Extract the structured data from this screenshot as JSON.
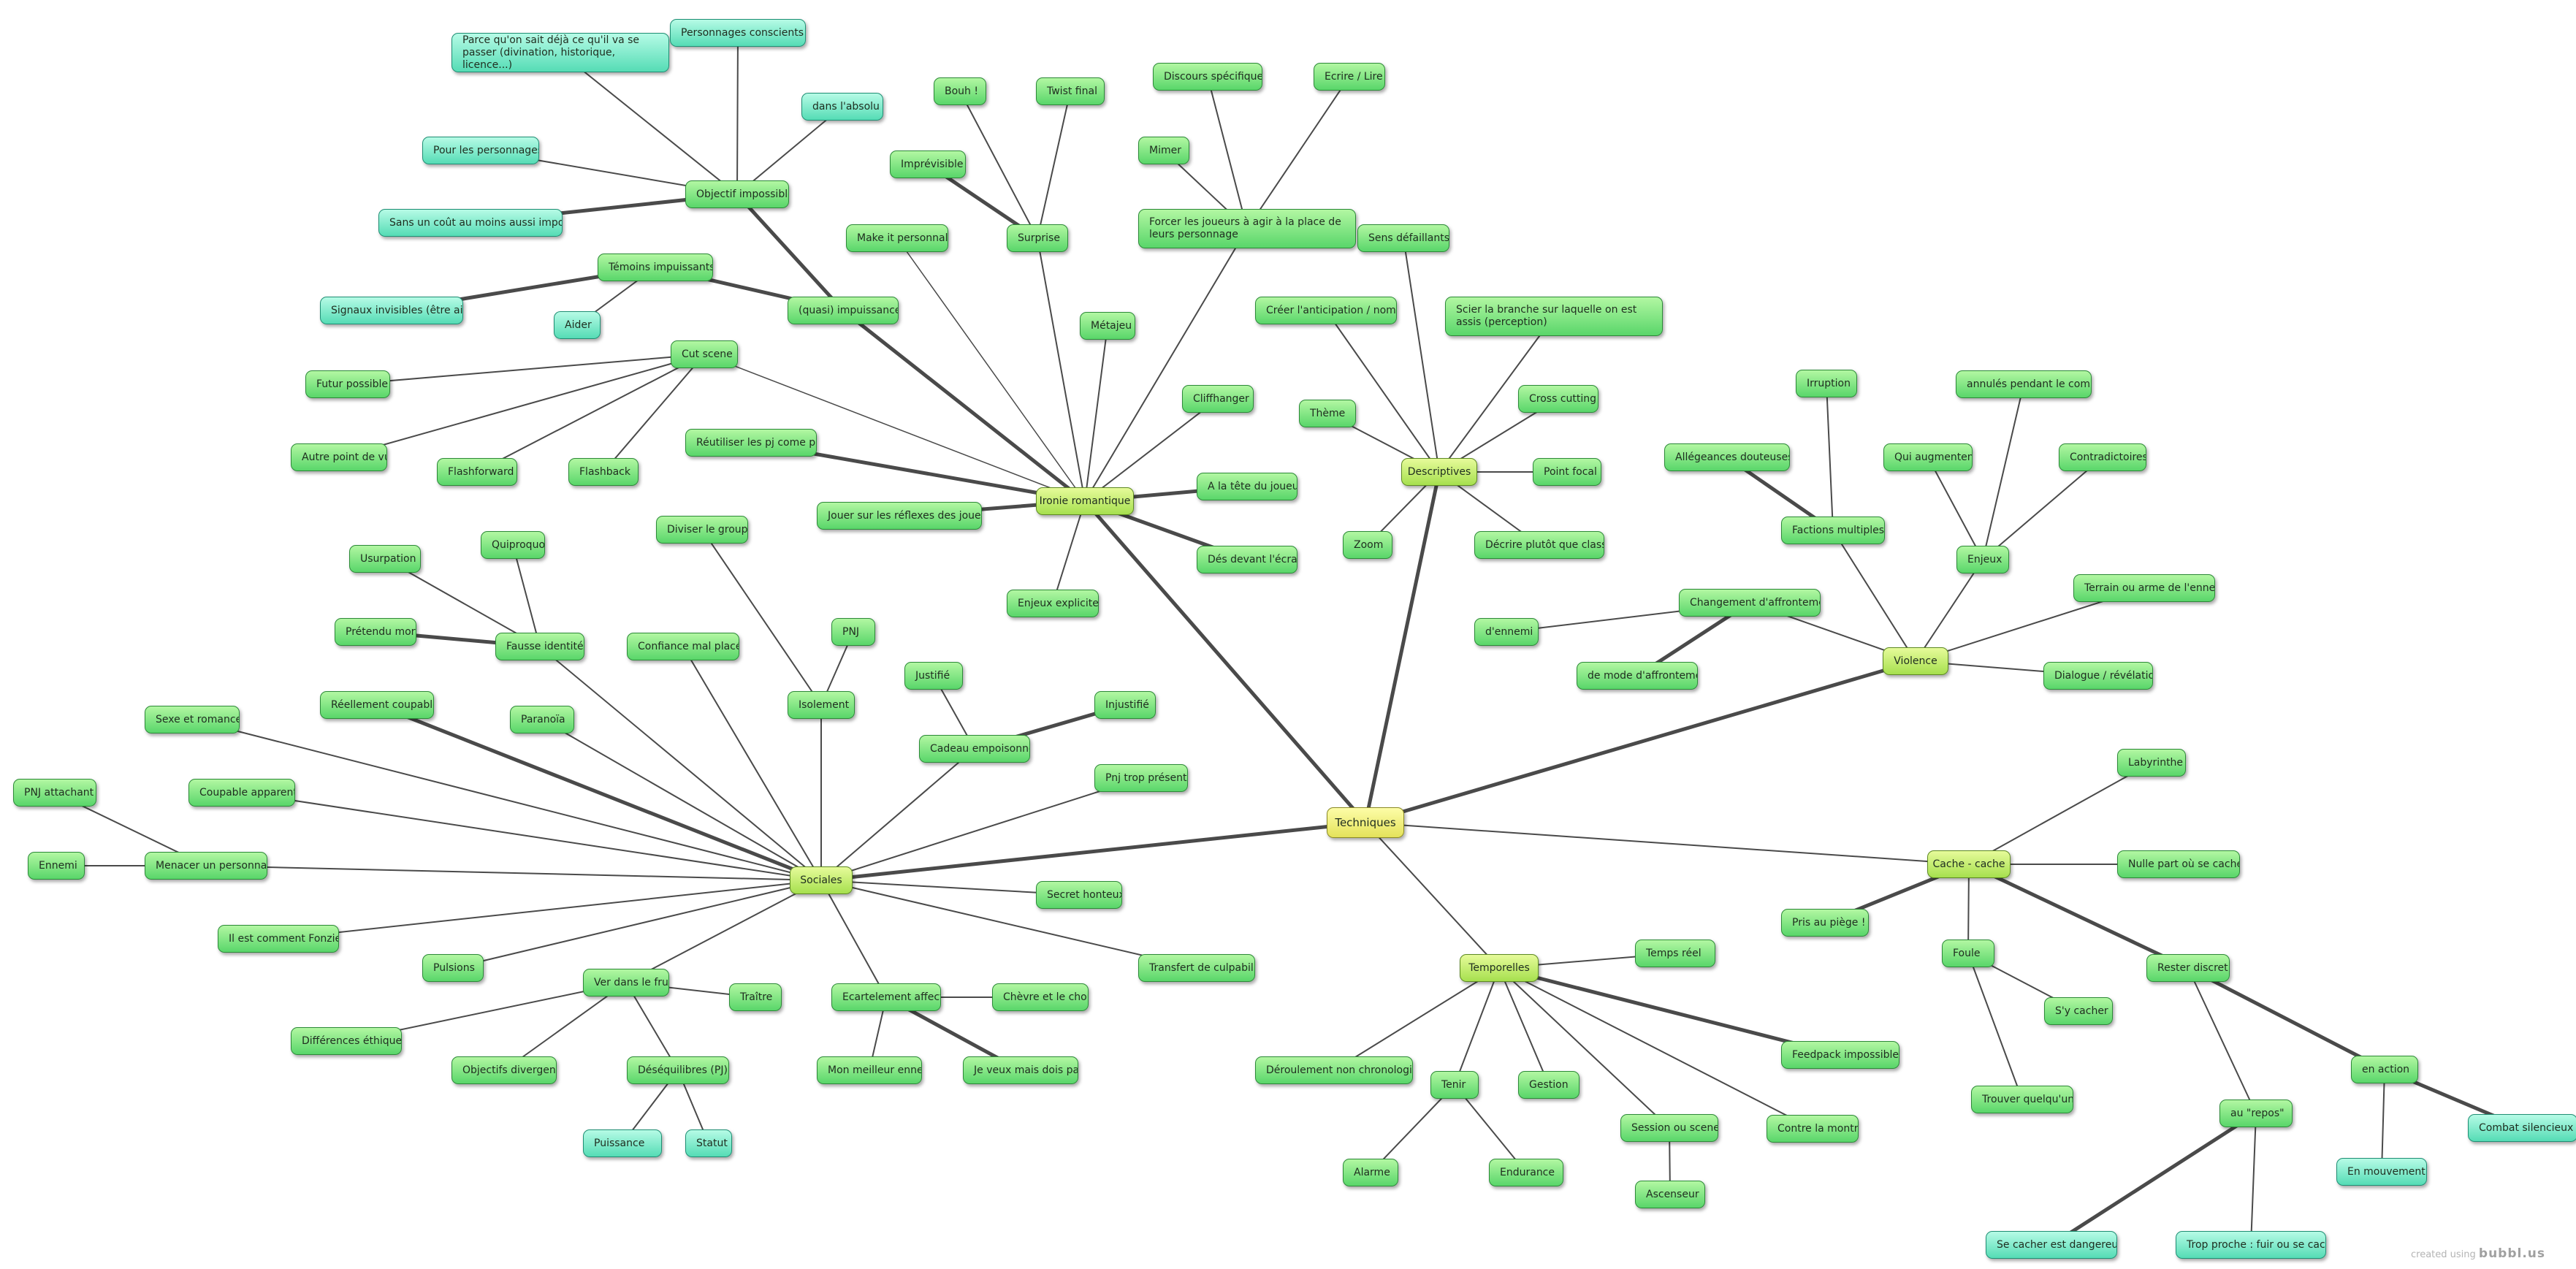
{
  "credit": {
    "prefix": "created using",
    "brand": "bubbl.us"
  },
  "nodes": [
    {
      "id": "techniques",
      "label": "Techniques",
      "type": "root"
    },
    {
      "id": "ironie",
      "label": "Ironie romantique",
      "type": "hub"
    },
    {
      "id": "descriptives",
      "label": "Descriptives",
      "type": "hub"
    },
    {
      "id": "violence",
      "label": "Violence",
      "type": "hub"
    },
    {
      "id": "cache",
      "label": "Cache - cache",
      "type": "hub"
    },
    {
      "id": "temporelles",
      "label": "Temporelles",
      "type": "hub"
    },
    {
      "id": "sociales",
      "label": "Sociales",
      "type": "hub"
    },
    {
      "id": "quasi",
      "label": "(quasi) impuissance",
      "type": "leaf"
    },
    {
      "id": "cutscene",
      "label": "Cut scene",
      "type": "leaf"
    },
    {
      "id": "temoins",
      "label": "Témoins impuissants",
      "type": "leaf"
    },
    {
      "id": "objectif",
      "label": "Objectif impossible",
      "type": "leaf"
    },
    {
      "id": "parcequon",
      "label": "Parce qu'on sait déjà ce qu'il va se passer (divination, historique, licence...)",
      "type": "teal"
    },
    {
      "id": "persocons",
      "label": "Personnages conscients ?",
      "type": "teal"
    },
    {
      "id": "absolu",
      "label": "dans l'absolu",
      "type": "teal"
    },
    {
      "id": "pourperso",
      "label": "Pour les personnages",
      "type": "teal"
    },
    {
      "id": "sanscout",
      "label": "Sans un coût au moins aussi important",
      "type": "teal"
    },
    {
      "id": "signaux",
      "label": "Signaux invisibles (être aidé)",
      "type": "teal"
    },
    {
      "id": "aider",
      "label": "Aider",
      "type": "teal"
    },
    {
      "id": "futur",
      "label": "Futur possible",
      "type": "leaf"
    },
    {
      "id": "autrepdv",
      "label": "Autre point de vue",
      "type": "leaf"
    },
    {
      "id": "flashforward",
      "label": "Flashforward",
      "type": "leaf"
    },
    {
      "id": "flashback",
      "label": "Flashback",
      "type": "leaf"
    },
    {
      "id": "mainit",
      "label": "Make it personnal !",
      "type": "leaf"
    },
    {
      "id": "surprise",
      "label": "Surprise",
      "type": "leaf"
    },
    {
      "id": "bouh",
      "label": "Bouh !",
      "type": "leaf"
    },
    {
      "id": "twist",
      "label": "Twist final",
      "type": "leaf"
    },
    {
      "id": "imprevisible",
      "label": "Imprévisible",
      "type": "leaf"
    },
    {
      "id": "forcer",
      "label": "Forcer les joueurs à agir à la place de leurs personnage",
      "type": "leaf"
    },
    {
      "id": "discours",
      "label": "Discours spécifique",
      "type": "leaf"
    },
    {
      "id": "ecrire",
      "label": "Ecrire / Lire",
      "type": "leaf"
    },
    {
      "id": "mimer",
      "label": "Mimer",
      "type": "leaf"
    },
    {
      "id": "sensdef",
      "label": "Sens défaillants",
      "type": "leaf"
    },
    {
      "id": "metajeu",
      "label": "Métajeu",
      "type": "leaf"
    },
    {
      "id": "cliffhanger",
      "label": "Cliffhanger",
      "type": "leaf"
    },
    {
      "id": "reutiliser",
      "label": "Réutiliser les pj come pnj",
      "type": "leaf"
    },
    {
      "id": "jouerreflexes",
      "label": "Jouer sur les réflexes des joueurs",
      "type": "leaf"
    },
    {
      "id": "alatete",
      "label": "A la tête du joueur",
      "type": "leaf"
    },
    {
      "id": "desdevant",
      "label": "Dés devant l'écran",
      "type": "leaf"
    },
    {
      "id": "enjeuxexp",
      "label": "Enjeux explicites",
      "type": "leaf"
    },
    {
      "id": "creeranticipation",
      "label": "Créer l'anticipation / nommer",
      "type": "leaf"
    },
    {
      "id": "scier",
      "label": "Scier la branche sur laquelle on est assis (perception)",
      "type": "leaf"
    },
    {
      "id": "theme",
      "label": "Thème",
      "type": "leaf"
    },
    {
      "id": "crosscutting",
      "label": "Cross cutting",
      "type": "leaf"
    },
    {
      "id": "pointfocal",
      "label": "Point focal",
      "type": "leaf"
    },
    {
      "id": "zoom",
      "label": "Zoom",
      "type": "leaf"
    },
    {
      "id": "decrire",
      "label": "Décrire plutôt que classer",
      "type": "leaf"
    },
    {
      "id": "irruption",
      "label": "Irruption",
      "type": "leaf"
    },
    {
      "id": "annules",
      "label": "annulés pendant le combat",
      "type": "leaf"
    },
    {
      "id": "allegeances",
      "label": "Allégeances douteuses",
      "type": "leaf"
    },
    {
      "id": "quiaugmentent",
      "label": "Qui augmentent",
      "type": "leaf"
    },
    {
      "id": "contradictoires",
      "label": "Contradictoires",
      "type": "leaf"
    },
    {
      "id": "factions",
      "label": "Factions multiples",
      "type": "leaf"
    },
    {
      "id": "enjeux",
      "label": "Enjeux",
      "type": "leaf"
    },
    {
      "id": "changement",
      "label": "Changement d'affrontement",
      "type": "leaf"
    },
    {
      "id": "terrain",
      "label": "Terrain ou arme de l'ennemi",
      "type": "leaf"
    },
    {
      "id": "dennemi",
      "label": "d'ennemi",
      "type": "leaf"
    },
    {
      "id": "demode",
      "label": "de mode d'affrontement",
      "type": "leaf"
    },
    {
      "id": "dialogue",
      "label": "Dialogue / révélation",
      "type": "leaf"
    },
    {
      "id": "labyrinthe",
      "label": "Labyrinthe",
      "type": "leaf"
    },
    {
      "id": "nullepart",
      "label": "Nulle part où se cacher",
      "type": "leaf"
    },
    {
      "id": "pris",
      "label": "Pris au piège !",
      "type": "leaf"
    },
    {
      "id": "foule",
      "label": "Foule",
      "type": "leaf"
    },
    {
      "id": "rester",
      "label": "Rester discret",
      "type": "leaf"
    },
    {
      "id": "secacher",
      "label": "S'y cacher",
      "type": "leaf"
    },
    {
      "id": "trouver",
      "label": "Trouver quelqu'un",
      "type": "leaf"
    },
    {
      "id": "enaction",
      "label": "en action",
      "type": "leaf"
    },
    {
      "id": "aurepos",
      "label": "au \"repos\"",
      "type": "leaf"
    },
    {
      "id": "combatsil",
      "label": "Combat silencieux",
      "type": "teal"
    },
    {
      "id": "enmouvement",
      "label": "En mouvement",
      "type": "teal"
    },
    {
      "id": "secacherdang",
      "label": "Se cacher est dangereux",
      "type": "teal"
    },
    {
      "id": "tropproche",
      "label": "Trop proche : fuir ou se cacher",
      "type": "teal"
    },
    {
      "id": "tempsreel",
      "label": "Temps réel",
      "type": "leaf"
    },
    {
      "id": "deroulement",
      "label": "Déroulement non chronologique",
      "type": "leaf"
    },
    {
      "id": "feedpack",
      "label": "Feedpack impossible",
      "type": "leaf"
    },
    {
      "id": "tenir",
      "label": "Tenir",
      "type": "leaf"
    },
    {
      "id": "gestion",
      "label": "Gestion",
      "type": "leaf"
    },
    {
      "id": "session",
      "label": "Session ou scene",
      "type": "leaf"
    },
    {
      "id": "contrelamontre",
      "label": "Contre la montre",
      "type": "leaf"
    },
    {
      "id": "alarme",
      "label": "Alarme",
      "type": "leaf"
    },
    {
      "id": "endurance",
      "label": "Endurance",
      "type": "leaf"
    },
    {
      "id": "ascenseur",
      "label": "Ascenseur",
      "type": "leaf"
    },
    {
      "id": "usurpation",
      "label": "Usurpation",
      "type": "leaf"
    },
    {
      "id": "quiproquo",
      "label": "Quiproquo",
      "type": "leaf"
    },
    {
      "id": "pretendu",
      "label": "Prétendu mort",
      "type": "leaf"
    },
    {
      "id": "fausseid",
      "label": "Fausse identité",
      "type": "leaf"
    },
    {
      "id": "diviser",
      "label": "Diviser le groupe",
      "type": "leaf"
    },
    {
      "id": "confiance",
      "label": "Confiance mal placée",
      "type": "leaf"
    },
    {
      "id": "pnj",
      "label": "PNJ",
      "type": "leaf"
    },
    {
      "id": "isolement",
      "label": "Isolement",
      "type": "leaf"
    },
    {
      "id": "justifie",
      "label": "Justifié",
      "type": "leaf"
    },
    {
      "id": "injustifie",
      "label": "Injustifié",
      "type": "leaf"
    },
    {
      "id": "cadeau",
      "label": "Cadeau empoisonné",
      "type": "leaf"
    },
    {
      "id": "reellement",
      "label": "Réellement coupable",
      "type": "leaf"
    },
    {
      "id": "paranoia",
      "label": "Paranoïa",
      "type": "leaf"
    },
    {
      "id": "sexe",
      "label": "Sexe et romance",
      "type": "leaf"
    },
    {
      "id": "pnjattachant",
      "label": "PNJ attachant",
      "type": "leaf"
    },
    {
      "id": "coupable",
      "label": "Coupable apparent",
      "type": "leaf"
    },
    {
      "id": "pnjtrop",
      "label": "Pnj trop présents",
      "type": "leaf"
    },
    {
      "id": "ennemi",
      "label": "Ennemi",
      "type": "leaf"
    },
    {
      "id": "menacer",
      "label": "Menacer un personnage",
      "type": "leaf"
    },
    {
      "id": "secret",
      "label": "Secret honteux",
      "type": "leaf"
    },
    {
      "id": "fonzie",
      "label": "Il est comment Fonzie?",
      "type": "leaf"
    },
    {
      "id": "transfert",
      "label": "Transfert de culpabilité",
      "type": "leaf"
    },
    {
      "id": "pulsions",
      "label": "Pulsions",
      "type": "leaf"
    },
    {
      "id": "ver",
      "label": "Ver dans le fruit",
      "type": "leaf"
    },
    {
      "id": "traitre",
      "label": "Traître",
      "type": "leaf"
    },
    {
      "id": "ecartelement",
      "label": "Ecartelement affectif",
      "type": "leaf"
    },
    {
      "id": "chevre",
      "label": "Chèvre et le chou",
      "type": "leaf"
    },
    {
      "id": "differences",
      "label": "Différences éthiques",
      "type": "leaf"
    },
    {
      "id": "objdiv",
      "label": "Objectifs divergents",
      "type": "leaf"
    },
    {
      "id": "desequilibres",
      "label": "Déséquilibres (PJ)",
      "type": "leaf"
    },
    {
      "id": "meilleur",
      "label": "Mon meilleur ennemi",
      "type": "leaf"
    },
    {
      "id": "jeveux",
      "label": "Je veux mais dois pas",
      "type": "leaf"
    },
    {
      "id": "puissance",
      "label": "Puissance",
      "type": "teal"
    },
    {
      "id": "statut",
      "label": "Statut",
      "type": "teal"
    }
  ]
}
